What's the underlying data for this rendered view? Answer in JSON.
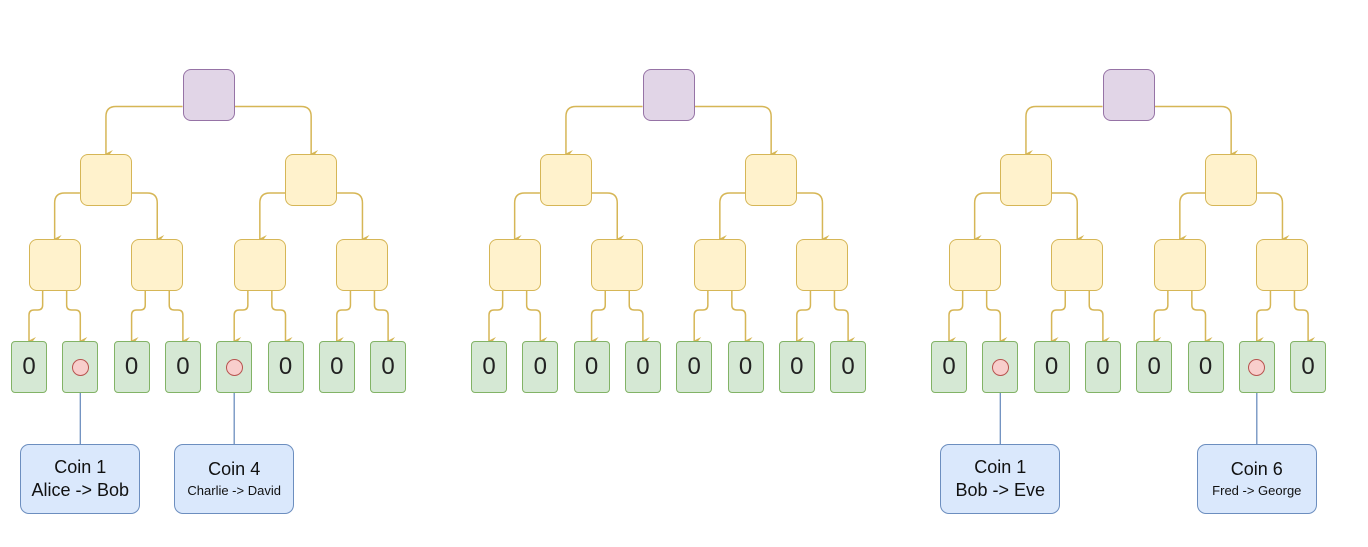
{
  "colors": {
    "root_fill": "#e1d5e7",
    "root_border": "#9673a6",
    "inner_fill": "#fff2cc",
    "inner_border": "#d6b656",
    "leaf_fill": "#d5e8d4",
    "leaf_border": "#82b366",
    "marker_fill": "#f8cecc",
    "marker_border": "#b85450",
    "coin_fill": "#dae8fc",
    "coin_border": "#6c8ebf",
    "edge": "#d6b656",
    "link": "#6c8ebf"
  },
  "trees": [
    {
      "leaves": [
        {
          "type": "value",
          "text": "0"
        },
        {
          "type": "marker",
          "coin": 0
        },
        {
          "type": "value",
          "text": "0"
        },
        {
          "type": "value",
          "text": "0"
        },
        {
          "type": "marker",
          "coin": 1
        },
        {
          "type": "value",
          "text": "0"
        },
        {
          "type": "value",
          "text": "0"
        },
        {
          "type": "value",
          "text": "0"
        }
      ],
      "coins": [
        {
          "title": "Coin 1",
          "subtitle": "Alice -> Bob",
          "subtitle_size": "large"
        },
        {
          "title": "Coin 4",
          "subtitle": "Charlie -> David",
          "subtitle_size": "small"
        }
      ]
    },
    {
      "leaves": [
        {
          "type": "value",
          "text": "0"
        },
        {
          "type": "value",
          "text": "0"
        },
        {
          "type": "value",
          "text": "0"
        },
        {
          "type": "value",
          "text": "0"
        },
        {
          "type": "value",
          "text": "0"
        },
        {
          "type": "value",
          "text": "0"
        },
        {
          "type": "value",
          "text": "0"
        },
        {
          "type": "value",
          "text": "0"
        }
      ],
      "coins": []
    },
    {
      "leaves": [
        {
          "type": "value",
          "text": "0"
        },
        {
          "type": "marker",
          "coin": 0
        },
        {
          "type": "value",
          "text": "0"
        },
        {
          "type": "value",
          "text": "0"
        },
        {
          "type": "value",
          "text": "0"
        },
        {
          "type": "value",
          "text": "0"
        },
        {
          "type": "marker",
          "coin": 1
        },
        {
          "type": "value",
          "text": "0"
        }
      ],
      "coins": [
        {
          "title": "Coin 1",
          "subtitle": "Bob -> Eve",
          "subtitle_size": "large"
        },
        {
          "title": "Coin 6",
          "subtitle": "Fred -> George",
          "subtitle_size": "small"
        }
      ]
    }
  ]
}
